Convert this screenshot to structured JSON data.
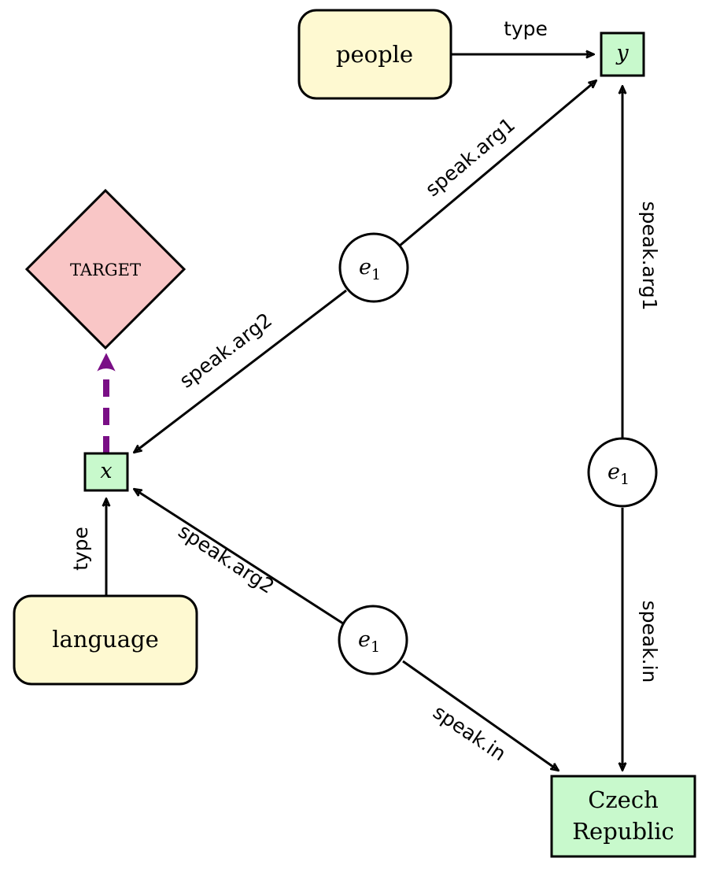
{
  "nodes": {
    "people": {
      "label": "people",
      "kind": "type-class"
    },
    "language": {
      "label": "language",
      "kind": "type-class"
    },
    "y": {
      "label": "y",
      "kind": "variable"
    },
    "x": {
      "label": "x",
      "kind": "variable"
    },
    "target": {
      "label": "TARGET",
      "kind": "target"
    },
    "e1_top": {
      "label": "e",
      "sub": "1",
      "kind": "event"
    },
    "e1_right": {
      "label": "e",
      "sub": "1",
      "kind": "event"
    },
    "e1_bottom": {
      "label": "e",
      "sub": "1",
      "kind": "event"
    },
    "czech": {
      "line1": "Czech",
      "line2": "Republic",
      "kind": "entity"
    }
  },
  "edges": {
    "people_y": {
      "label": "type"
    },
    "language_x": {
      "label": "type"
    },
    "e1top_y": {
      "label": "speak.arg1"
    },
    "e1top_x": {
      "label": "speak.arg2"
    },
    "e1right_y": {
      "label": "speak.arg1"
    },
    "e1right_czech": {
      "label": "speak.in"
    },
    "e1bottom_x": {
      "label": "speak.arg2"
    },
    "e1bottom_czech": {
      "label": "speak.in"
    }
  },
  "colors": {
    "type_fill": "#fef9d1",
    "variable_fill": "#c8f9cc",
    "target_fill": "#f9c6c6",
    "target_arrow": "#7a0f86",
    "stroke": "#000000"
  }
}
